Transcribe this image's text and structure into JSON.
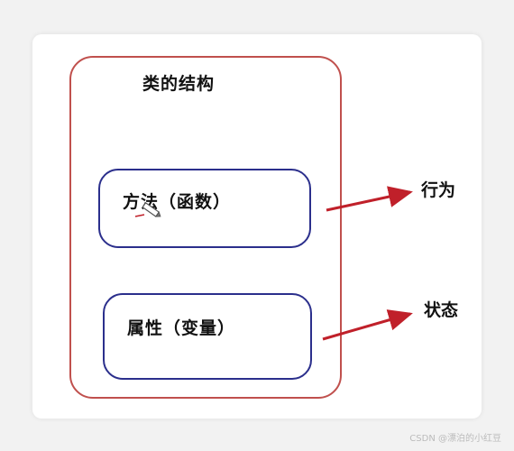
{
  "diagram": {
    "title": "类的结构",
    "methods_label": "方法（函数）",
    "properties_label": "属性（变量）",
    "behavior_label": "行为",
    "state_label": "状态"
  },
  "colors": {
    "outer_border": "#c0504d",
    "inner_border": "#2b2f8c",
    "arrow": "#c0202a"
  },
  "watermark": "CSDN @漂泊的小红豆"
}
